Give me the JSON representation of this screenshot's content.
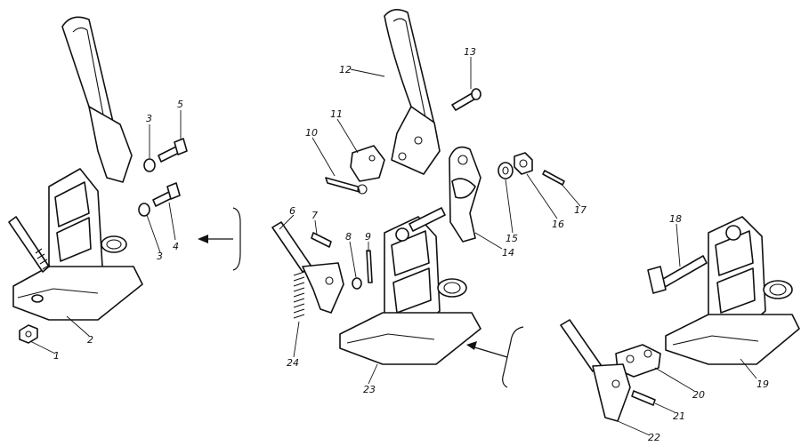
{
  "callouts": [
    "1",
    "2",
    "3",
    "3",
    "4",
    "5",
    "6",
    "7",
    "8",
    "9",
    "10",
    "11",
    "12",
    "13",
    "14",
    "15",
    "16",
    "17",
    "18",
    "19",
    "20",
    "21",
    "22",
    "23",
    "24"
  ]
}
